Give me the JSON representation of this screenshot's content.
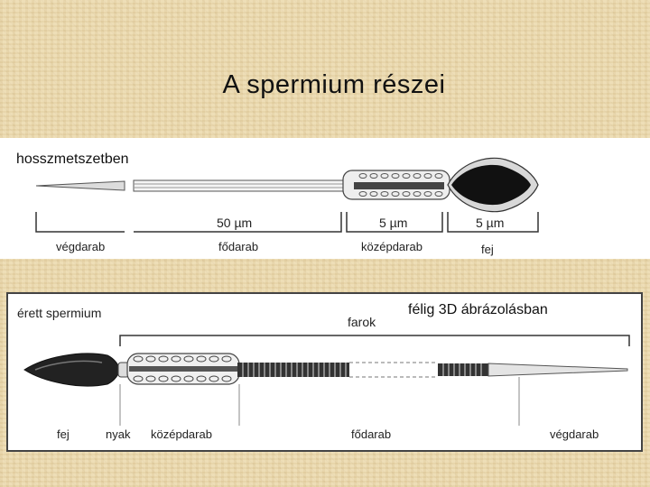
{
  "title": "A spermium részei",
  "top": {
    "caption": "hosszmetszetben",
    "scales": [
      "50 µm",
      "5 µm",
      "5 µm"
    ],
    "labels": {
      "end_piece": "végdarab",
      "principal_piece": "fődarab",
      "middle_piece": "középdarab",
      "head": "fej"
    }
  },
  "bottom": {
    "caption": "félig 3D ábrázolásban",
    "header": "érett spermium",
    "tail": "farok",
    "labels": {
      "head": "fej",
      "neck": "nyak",
      "middle_piece": "középdarab",
      "principal_piece": "fődarab",
      "end_piece": "végdarab"
    }
  }
}
